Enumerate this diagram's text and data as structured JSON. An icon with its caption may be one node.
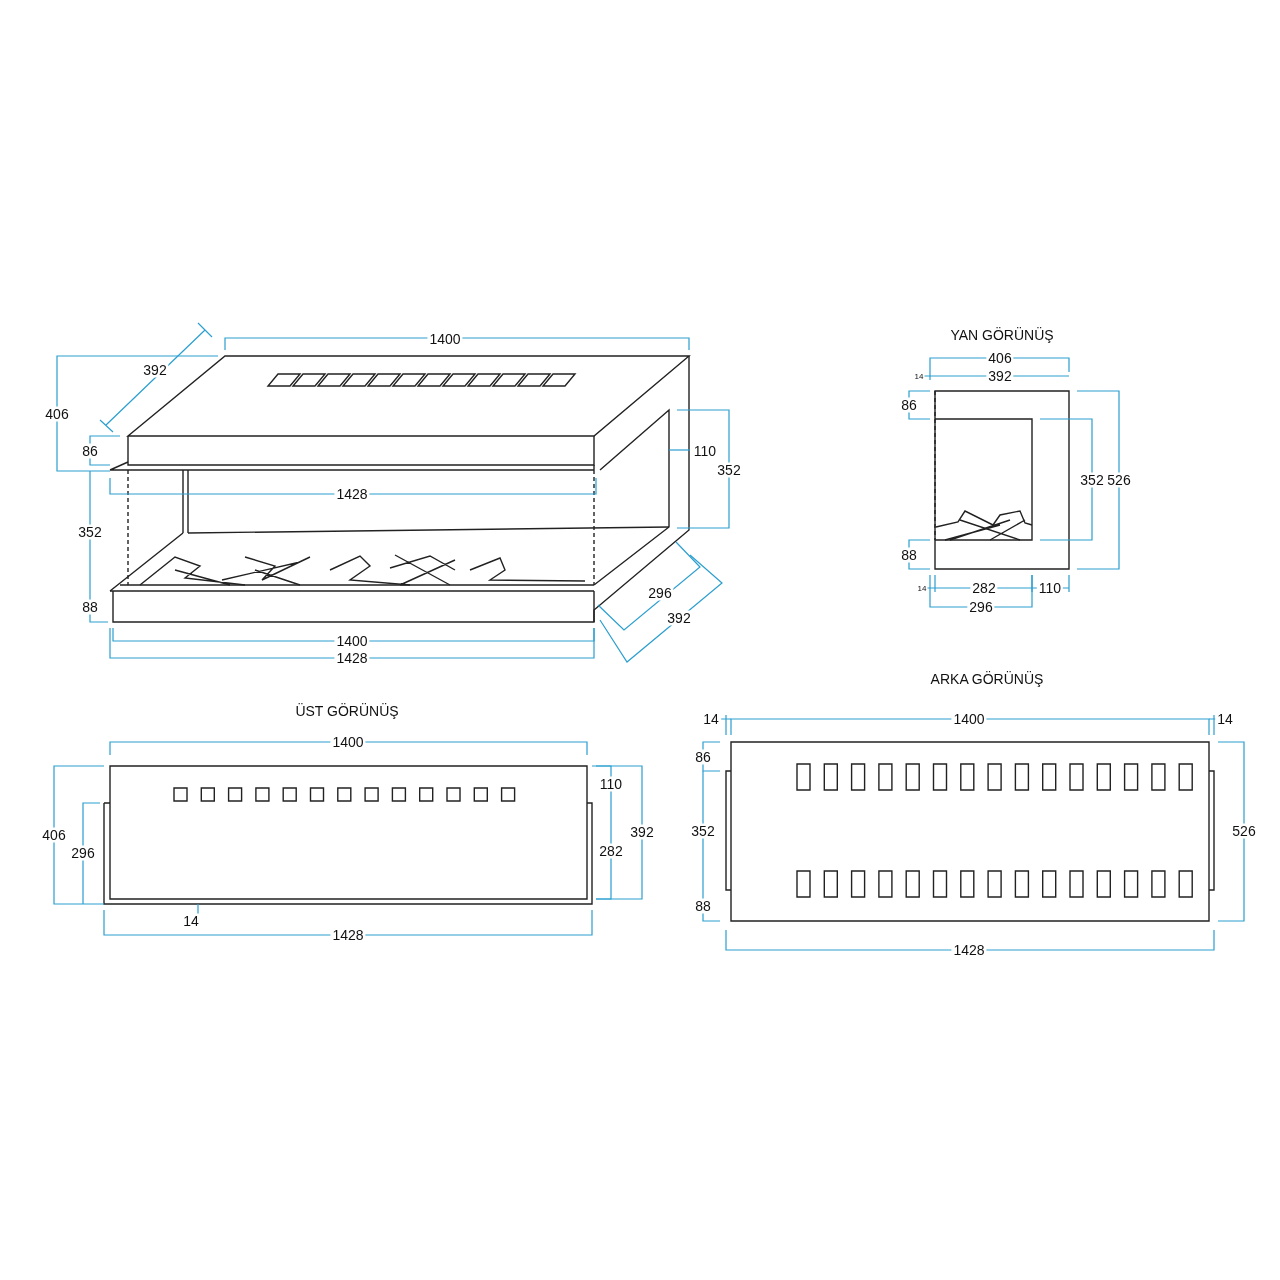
{
  "diagram": {
    "labels": [
      "1400",
      "392",
      "406",
      "86",
      "110",
      "352",
      "1428",
      "352",
      "296",
      "88",
      "392",
      "1400",
      "1428",
      "YAN GÖRÜNÜŞ",
      "406",
      "14",
      "392",
      "86",
      "352",
      "526",
      "88",
      "14",
      "282",
      "110",
      "296",
      "ÜST GÖRÜNÜŞ",
      "1400",
      "110",
      "406",
      "392",
      "296",
      "282",
      "14",
      "1428",
      "ARKA GÖRÜNÜŞ",
      "14",
      "1400",
      "14",
      "86",
      "352",
      "526",
      "88",
      "1428"
    ]
  }
}
